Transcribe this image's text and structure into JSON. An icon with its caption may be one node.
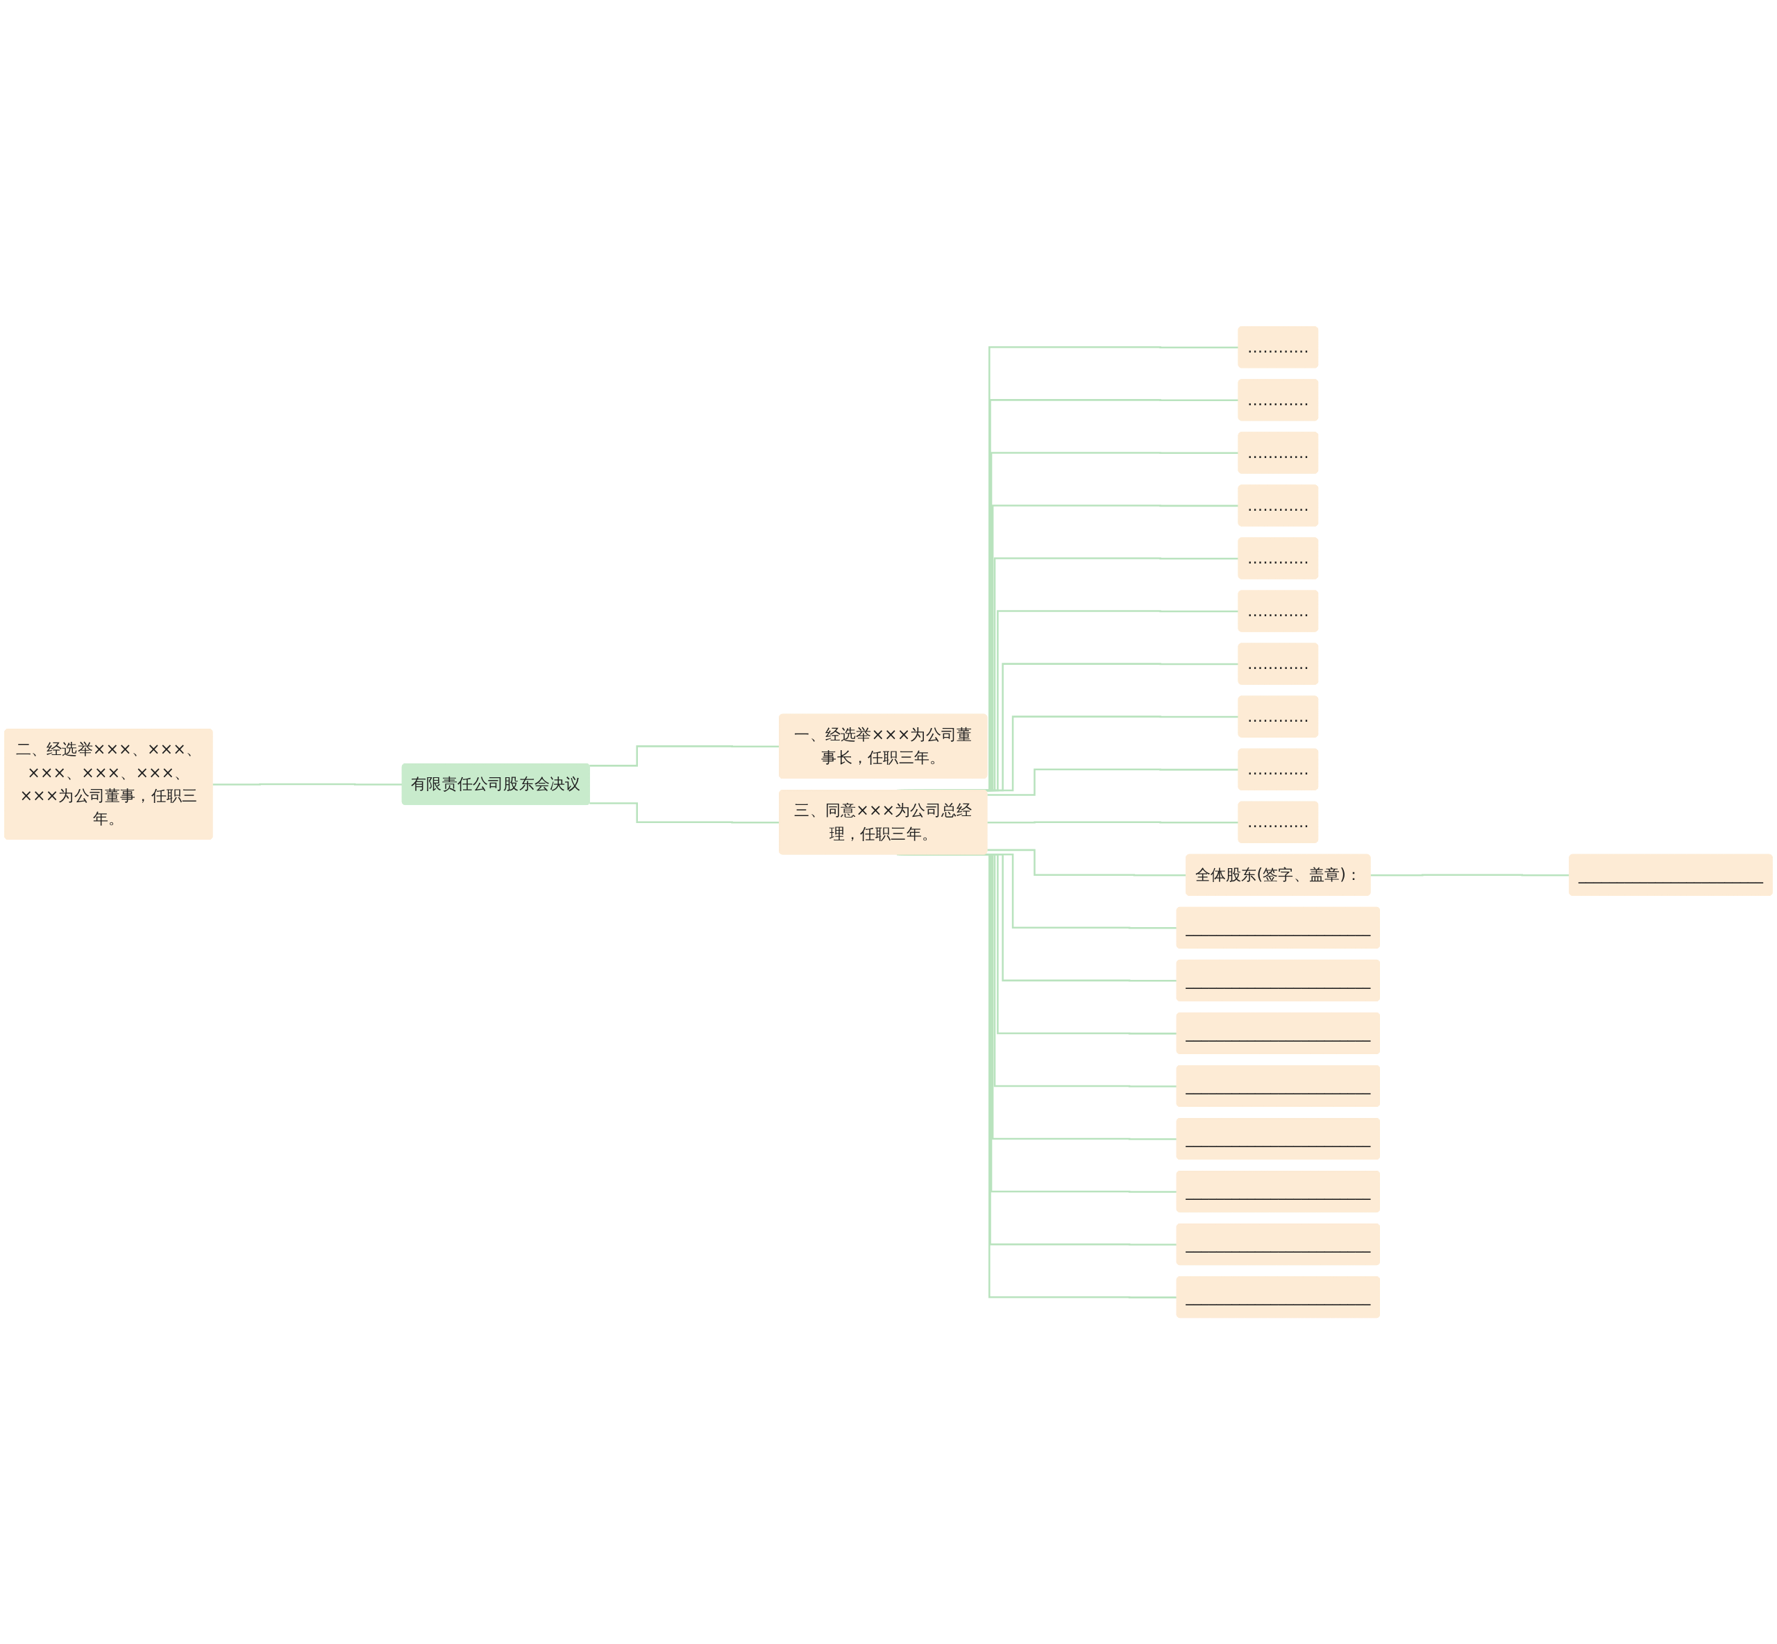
{
  "diagram": {
    "nodes": [
      {
        "text": [
          "有限责任公司股东会决议"
        ]
      },
      {
        "text": [
          "一、经选举×××为公司董事长，任职三年。"
        ]
      },
      {
        "text": [
          "二、经选举×××、×××、×××、×××、×××、×××为公司董事，任职三年。"
        ]
      },
      {
        "text": [
          "三、同意×××为公司总经理，任职三年。"
        ]
      },
      {
        "text": [
          "…………"
        ]
      },
      {
        "text": [
          "…………"
        ]
      },
      {
        "text": [
          "…………"
        ]
      },
      {
        "text": [
          "…………"
        ]
      },
      {
        "text": [
          "…………"
        ]
      },
      {
        "text": [
          "…………"
        ]
      },
      {
        "text": [
          "…………"
        ]
      },
      {
        "text": [
          "…………"
        ]
      },
      {
        "text": [
          "…………"
        ]
      },
      {
        "text": [
          "…………"
        ]
      },
      {
        "text": [
          "全体股东(签字、盖章)："
        ]
      },
      {
        "text": [
          "________________________"
        ]
      },
      {
        "text": [
          "________________________"
        ]
      },
      {
        "text": [
          "________________________"
        ]
      },
      {
        "text": [
          "________________________"
        ]
      },
      {
        "text": [
          "________________________"
        ]
      },
      {
        "text": [
          "________________________"
        ]
      },
      {
        "text": [
          "________________________"
        ]
      },
      {
        "text": [
          "________________________"
        ]
      },
      {
        "text": [
          "________________________"
        ]
      }
    ],
    "edges": [
      {
        "from": 0,
        "to": 1,
        "arrow": "none"
      },
      {
        "from": 2,
        "to": 0,
        "arrow": "none"
      },
      {
        "from": 0,
        "to": 3,
        "arrow": "none"
      },
      {
        "from": 3,
        "to": 4,
        "arrow": "none"
      },
      {
        "from": 3,
        "to": 5,
        "arrow": "none"
      },
      {
        "from": 3,
        "to": 6,
        "arrow": "none"
      },
      {
        "from": 3,
        "to": 7,
        "arrow": "none"
      },
      {
        "from": 3,
        "to": 8,
        "arrow": "none"
      },
      {
        "from": 3,
        "to": 9,
        "arrow": "none"
      },
      {
        "from": 3,
        "to": 10,
        "arrow": "none"
      },
      {
        "from": 3,
        "to": 11,
        "arrow": "none"
      },
      {
        "from": 3,
        "to": 12,
        "arrow": "none"
      },
      {
        "from": 3,
        "to": 13,
        "arrow": "none"
      },
      {
        "from": 3,
        "to": 14,
        "arrow": "none"
      },
      {
        "from": 14,
        "to": 15,
        "arrow": "none"
      },
      {
        "from": 3,
        "to": 16,
        "arrow": "none"
      },
      {
        "from": 3,
        "to": 17,
        "arrow": "none"
      },
      {
        "from": 3,
        "to": 18,
        "arrow": "none"
      },
      {
        "from": 3,
        "to": 19,
        "arrow": "none"
      },
      {
        "from": 3,
        "to": 20,
        "arrow": "none"
      },
      {
        "from": 3,
        "to": 21,
        "arrow": "none"
      },
      {
        "from": 3,
        "to": 22,
        "arrow": "none"
      },
      {
        "from": 3,
        "to": 23,
        "arrow": "none"
      }
    ]
  }
}
